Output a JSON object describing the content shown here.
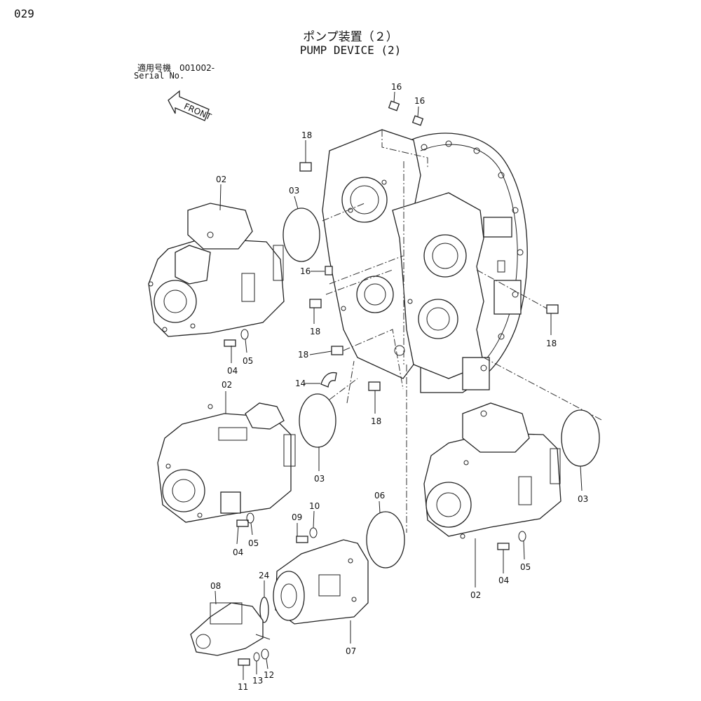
{
  "header": {
    "page_number": "029",
    "title_ja": "ポンプ装置（２）",
    "title_en": "PUMP DEVICE (2)",
    "serial_label_ja": "適用号機　001002-",
    "serial_label_en": "Serial No."
  },
  "front_indicator": "FRONT",
  "callouts": [
    "16",
    "16",
    "18",
    "03",
    "02",
    "16",
    "18",
    "18",
    "14",
    "18",
    "18",
    "02",
    "03",
    "04",
    "05",
    "04",
    "05",
    "06",
    "09",
    "10",
    "08",
    "24",
    "07",
    "11",
    "13",
    "12",
    "03",
    "04",
    "05",
    "02"
  ]
}
